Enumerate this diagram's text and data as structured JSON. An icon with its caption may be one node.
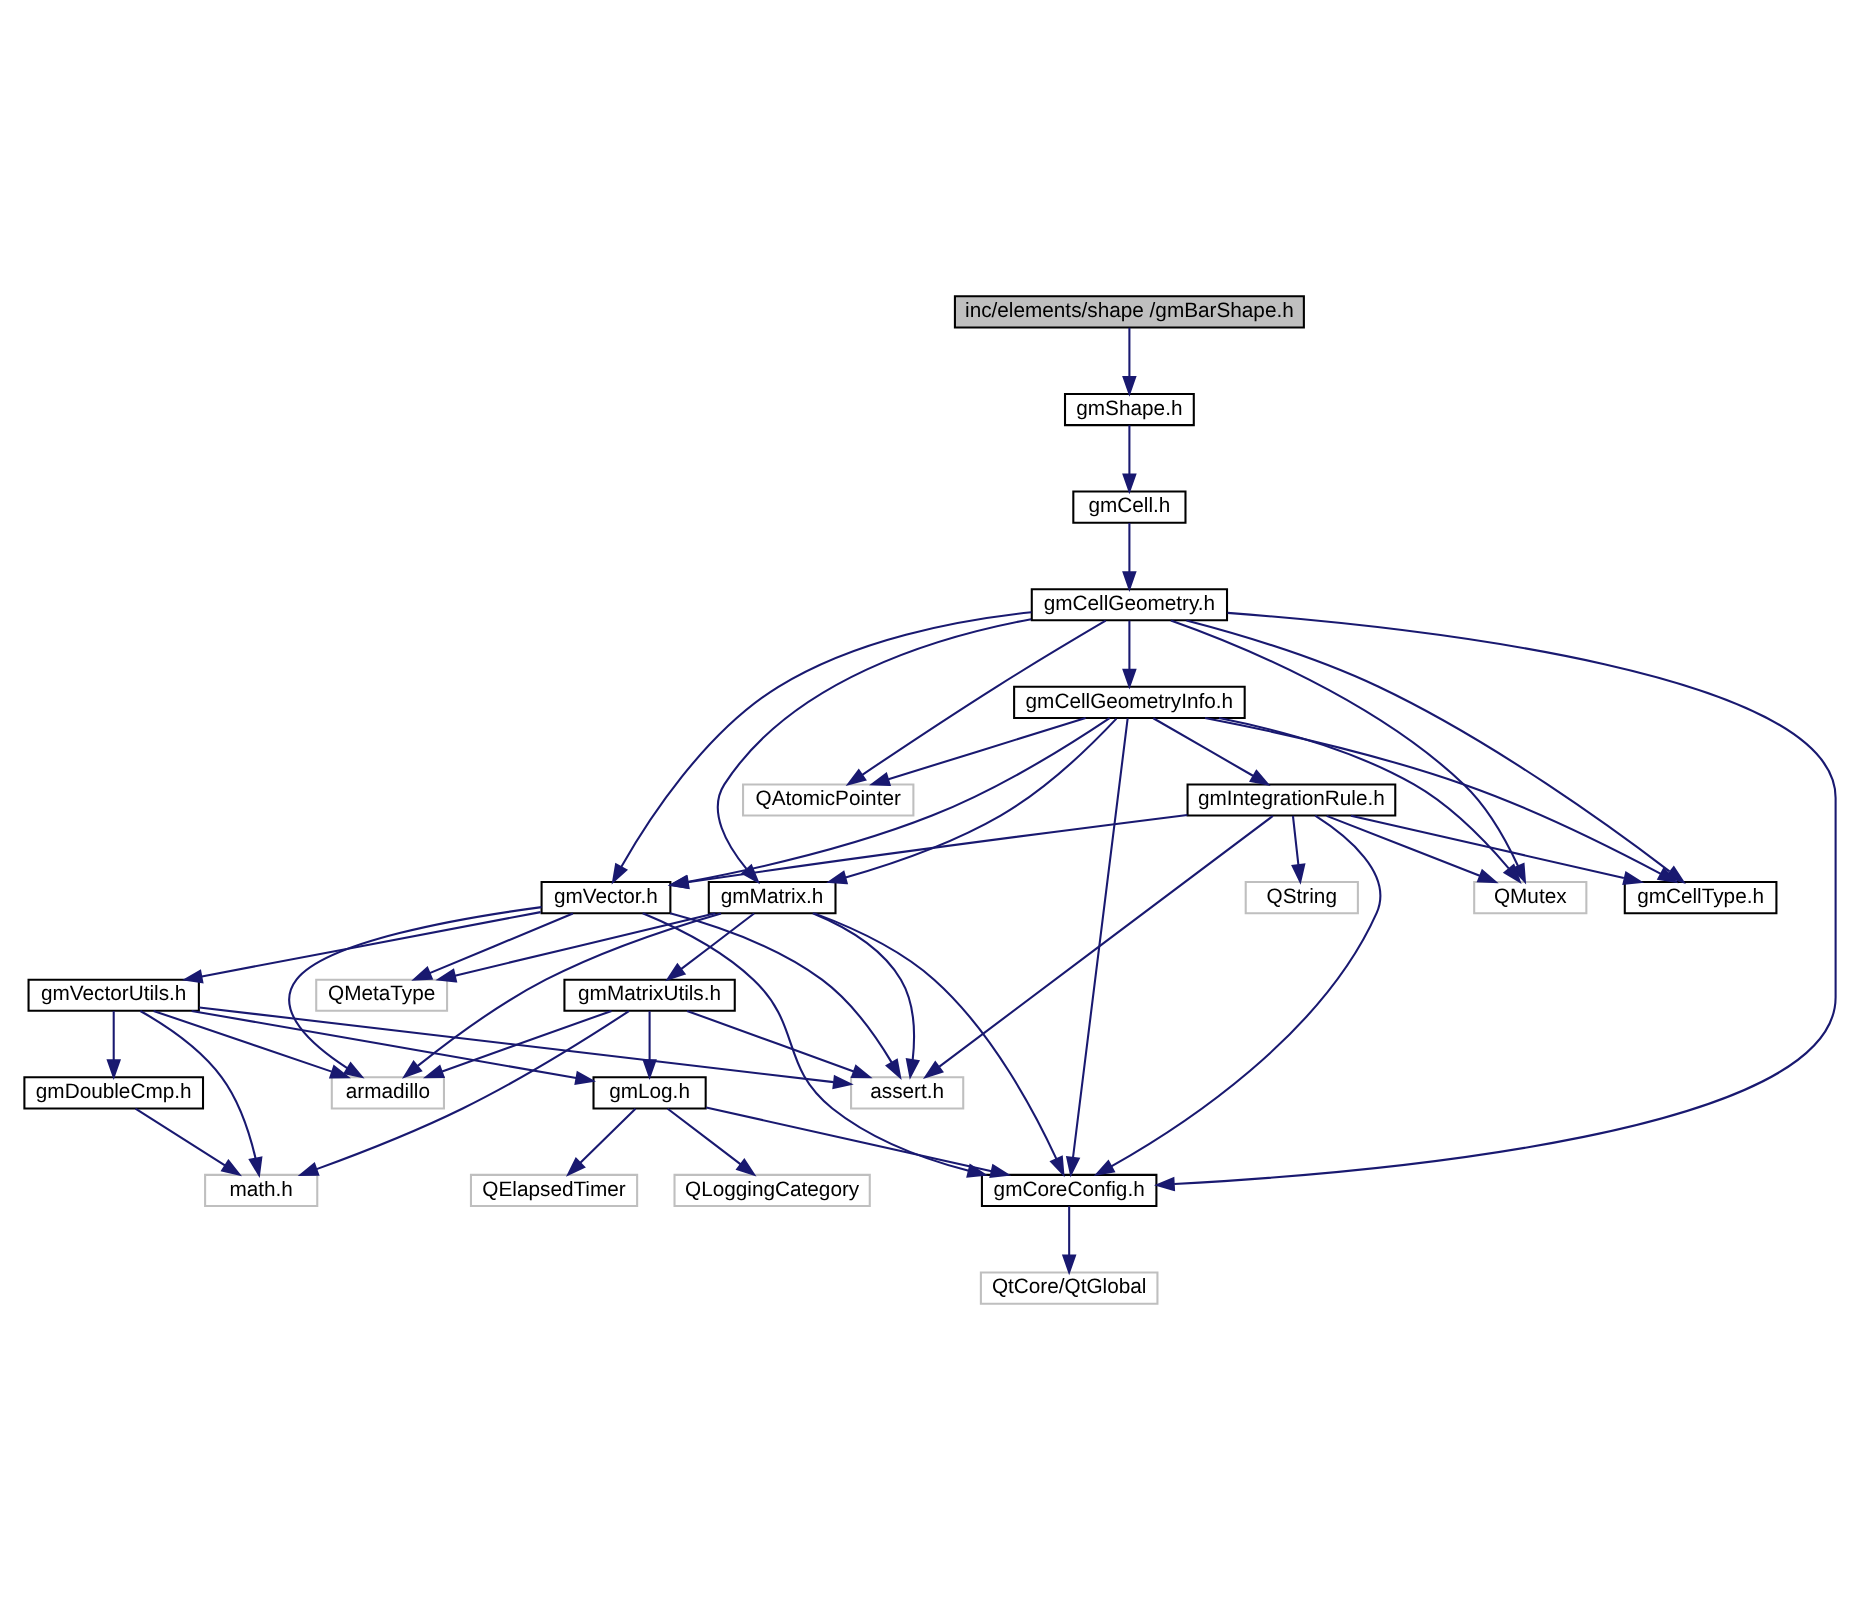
{
  "diagram": {
    "nodes": [
      {
        "text": [
          "inc/elements/shape /gmBarShape.h"
        ]
      },
      {
        "text": [
          "gmShape.h"
        ]
      },
      {
        "text": [
          "gmCell.h"
        ]
      },
      {
        "text": [
          "gmCellGeometry.h"
        ]
      },
      {
        "text": [
          "gmCellGeometryInfo.h"
        ]
      },
      {
        "text": [
          "QAtomicPointer"
        ]
      },
      {
        "text": [
          "gmIntegrationRule.h"
        ]
      },
      {
        "text": [
          "QMutex"
        ]
      },
      {
        "text": [
          "gmCellType.h"
        ]
      },
      {
        "text": [
          "gmMatrix.h"
        ]
      },
      {
        "text": [
          "gmVector.h"
        ]
      },
      {
        "text": [
          "QString"
        ]
      },
      {
        "text": [
          "QMetaType"
        ]
      },
      {
        "text": [
          "gmMatrixUtils.h"
        ]
      },
      {
        "text": [
          "gmVectorUtils.h"
        ]
      },
      {
        "text": [
          "armadillo"
        ]
      },
      {
        "text": [
          "gmLog.h"
        ]
      },
      {
        "text": [
          "gmDoubleCmp.h"
        ]
      },
      {
        "text": [
          "assert.h"
        ]
      },
      {
        "text": [
          "gmCoreConfig.h"
        ]
      },
      {
        "text": [
          "QLoggingCategory"
        ]
      },
      {
        "text": [
          "QElapsedTimer"
        ]
      },
      {
        "text": [
          "math.h"
        ]
      },
      {
        "text": [
          "QtCore/QtGlobal"
        ]
      }
    ],
    "edges": [
      {
        "from": 0,
        "to": 1,
        "arrow": "to"
      },
      {
        "from": 1,
        "to": 2,
        "arrow": "to"
      },
      {
        "from": 2,
        "to": 3,
        "arrow": "to"
      },
      {
        "from": 3,
        "to": 19,
        "arrow": "to"
      },
      {
        "from": 3,
        "to": 9,
        "arrow": "to"
      },
      {
        "from": 3,
        "to": 10,
        "arrow": "to"
      },
      {
        "from": 3,
        "to": 4,
        "arrow": "to"
      },
      {
        "from": 3,
        "to": 5,
        "arrow": "to"
      },
      {
        "from": 3,
        "to": 8,
        "arrow": "to"
      },
      {
        "from": 3,
        "to": 7,
        "arrow": "to"
      },
      {
        "from": 4,
        "to": 19,
        "arrow": "to"
      },
      {
        "from": 4,
        "to": 9,
        "arrow": "to"
      },
      {
        "from": 4,
        "to": 10,
        "arrow": "to"
      },
      {
        "from": 4,
        "to": 6,
        "arrow": "to"
      },
      {
        "from": 4,
        "to": 5,
        "arrow": "to"
      },
      {
        "from": 4,
        "to": 8,
        "arrow": "to"
      },
      {
        "from": 4,
        "to": 7,
        "arrow": "to"
      },
      {
        "from": 6,
        "to": 10,
        "arrow": "to"
      },
      {
        "from": 6,
        "to": 11,
        "arrow": "to"
      },
      {
        "from": 6,
        "to": 8,
        "arrow": "to"
      },
      {
        "from": 6,
        "to": 7,
        "arrow": "to"
      },
      {
        "from": 6,
        "to": 19,
        "arrow": "to"
      },
      {
        "from": 6,
        "to": 18,
        "arrow": "to"
      },
      {
        "from": 9,
        "to": 12,
        "arrow": "to"
      },
      {
        "from": 9,
        "to": 19,
        "arrow": "to"
      },
      {
        "from": 9,
        "to": 15,
        "arrow": "to"
      },
      {
        "from": 9,
        "to": 13,
        "arrow": "to"
      },
      {
        "from": 9,
        "to": 18,
        "arrow": "to"
      },
      {
        "from": 10,
        "to": 12,
        "arrow": "to"
      },
      {
        "from": 10,
        "to": 19,
        "arrow": "to"
      },
      {
        "from": 10,
        "to": 15,
        "arrow": "to"
      },
      {
        "from": 10,
        "to": 14,
        "arrow": "to"
      },
      {
        "from": 10,
        "to": 18,
        "arrow": "to"
      },
      {
        "from": 13,
        "to": 15,
        "arrow": "to"
      },
      {
        "from": 13,
        "to": 16,
        "arrow": "to"
      },
      {
        "from": 13,
        "to": 22,
        "arrow": "to"
      },
      {
        "from": 13,
        "to": 18,
        "arrow": "to"
      },
      {
        "from": 14,
        "to": 15,
        "arrow": "to"
      },
      {
        "from": 14,
        "to": 16,
        "arrow": "to"
      },
      {
        "from": 14,
        "to": 22,
        "arrow": "to"
      },
      {
        "from": 14,
        "to": 17,
        "arrow": "to"
      },
      {
        "from": 14,
        "to": 18,
        "arrow": "to"
      },
      {
        "from": 16,
        "to": 19,
        "arrow": "to"
      },
      {
        "from": 16,
        "to": 20,
        "arrow": "to"
      },
      {
        "from": 16,
        "to": 21,
        "arrow": "to"
      },
      {
        "from": 17,
        "to": 22,
        "arrow": "to"
      },
      {
        "from": 19,
        "to": 23,
        "arrow": "to"
      }
    ]
  }
}
